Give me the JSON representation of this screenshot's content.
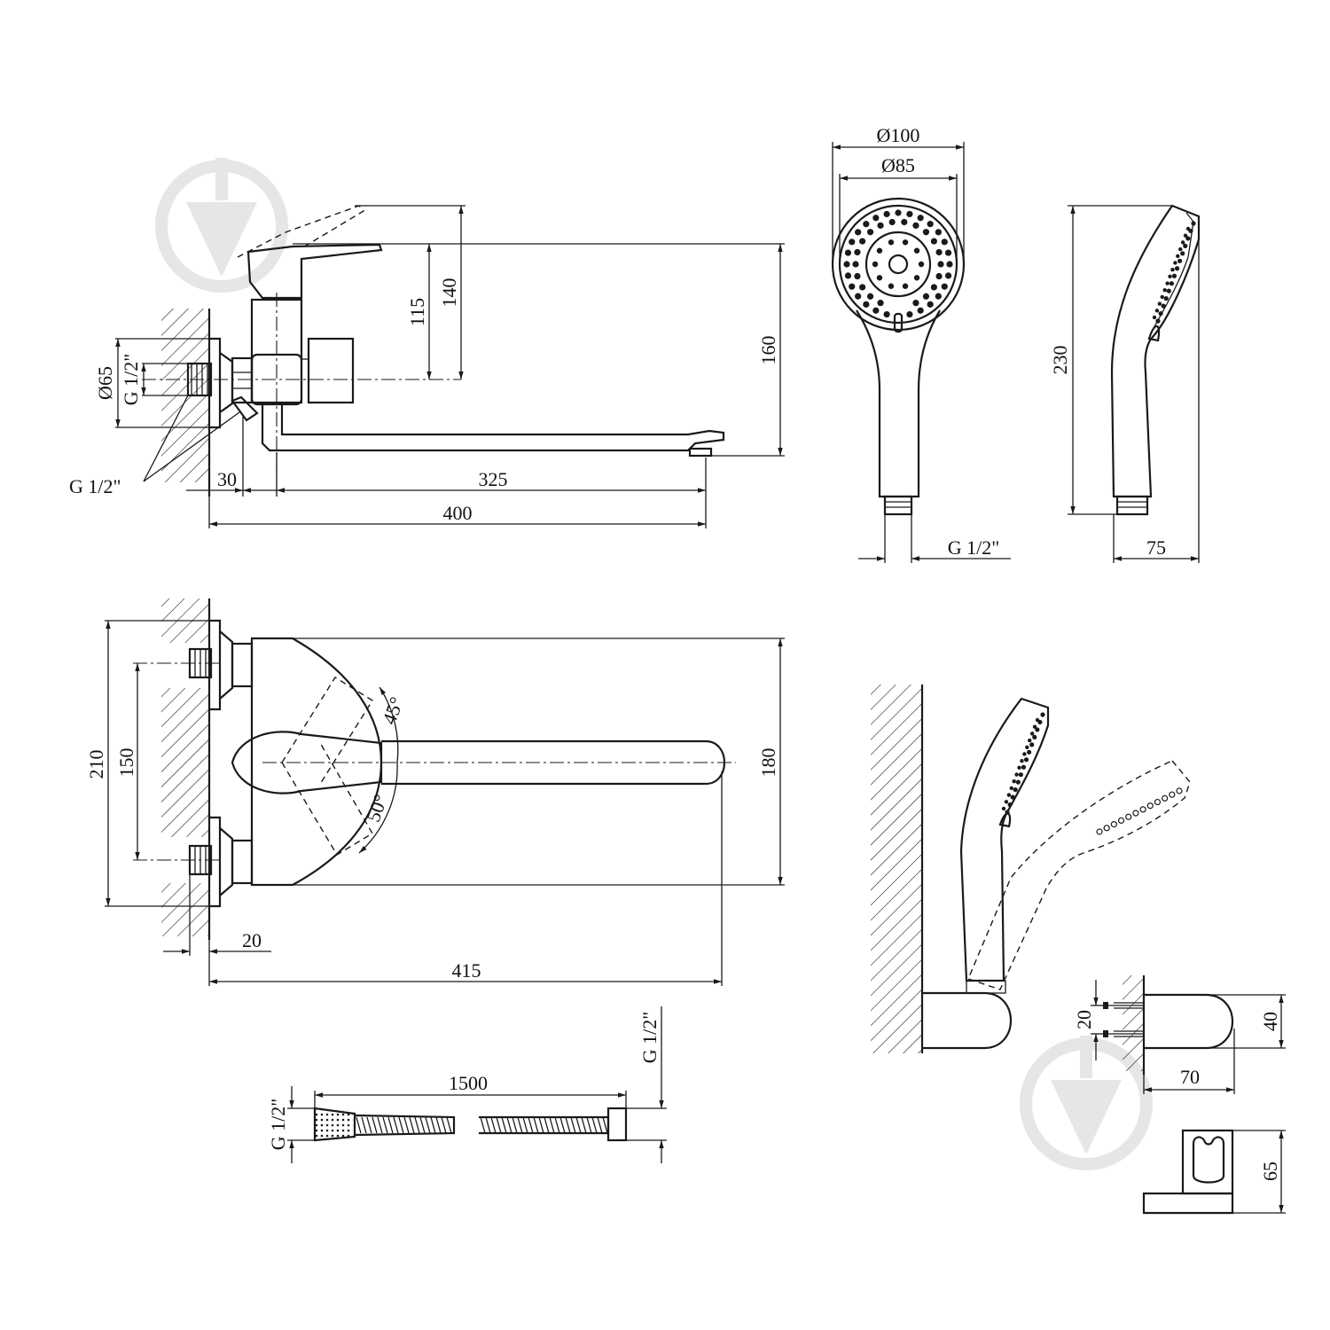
{
  "dimensions": {
    "side": {
      "d_115": "115",
      "d_140": "140",
      "d_160": "160",
      "d_65": "Ø65",
      "thread_inlet": "G 1/2\"",
      "thread_eccentric": "G 1/2\"",
      "d_30": "30",
      "d_325": "325",
      "d_400": "400"
    },
    "shower_head": {
      "d_100": "Ø100",
      "d_85": "Ø85",
      "thread": "G 1/2\"",
      "d_230": "230",
      "d_75": "75"
    },
    "top": {
      "d_210": "210",
      "d_150": "150",
      "d_180": "180",
      "angle_45": "45°",
      "angle_50": "50°",
      "d_20": "20",
      "d_415": "415"
    },
    "hose": {
      "thread_left": "G 1/2\"",
      "thread_right": "G 1/2\"",
      "length": "1500"
    },
    "holder": {
      "d_20": "20",
      "d_40": "40",
      "d_70": "70",
      "d_65": "65"
    }
  },
  "colors": {
    "line": "#1a1a1a",
    "watermark": "#e6e6e6"
  },
  "icons": [
    "watermark-logo-icon"
  ]
}
